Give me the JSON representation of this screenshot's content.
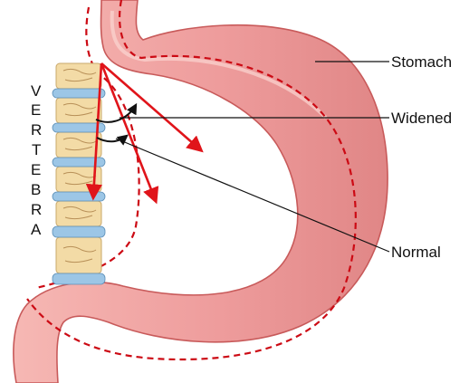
{
  "labels": {
    "stomach": "Stomach",
    "widened": "Widened",
    "normal": "Normal"
  },
  "vertebra_letters": [
    "V",
    "E",
    "R",
    "T",
    "E",
    "B",
    "R",
    "A"
  ],
  "colors": {
    "stomach_fill": "#ee9c9c",
    "stomach_outline": "#c85a5a",
    "angle_arrow": "#e0141a",
    "dashed_outline": "#cc0a14",
    "bone_fill": "#f3dba6",
    "disc_fill": "#9cc6e6",
    "leader_line": "#111111"
  },
  "icons": [
    "vertebra-icon",
    "intervertebral-disc-icon",
    "arrow-icon",
    "arc-arrow-icon"
  ]
}
